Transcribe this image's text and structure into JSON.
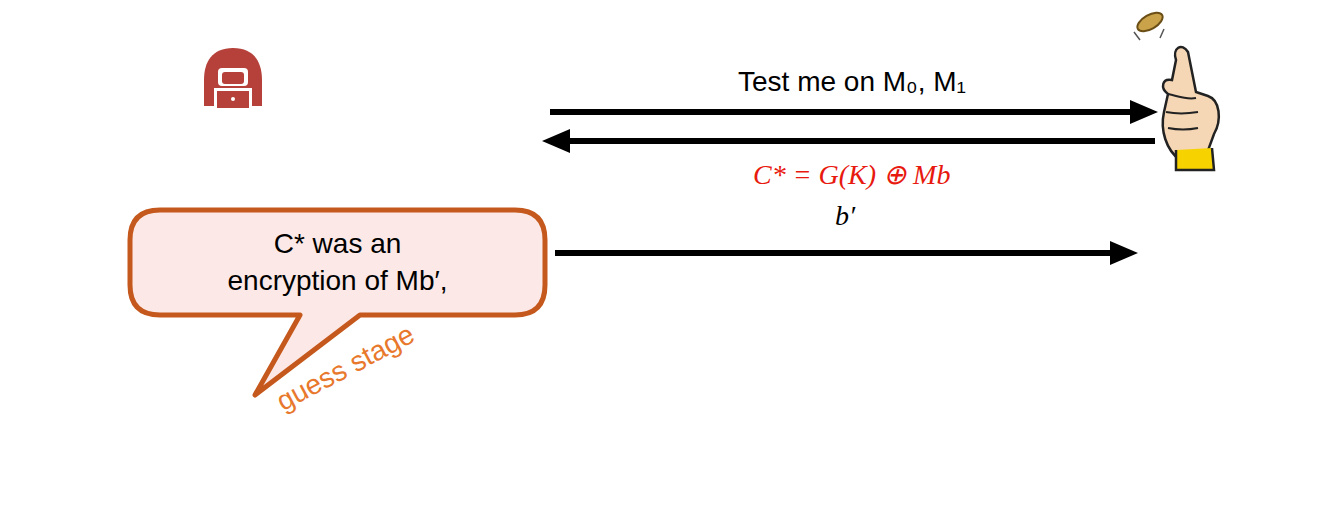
{
  "diagram": {
    "nodes": [
      {
        "text": [
          "C* was an encryption of Mb′,"
        ]
      }
    ],
    "labels": [
      "Test me on M₀, M₁",
      "C* = G(K) ⊕ Mb",
      "b′",
      "guess stage"
    ]
  }
}
